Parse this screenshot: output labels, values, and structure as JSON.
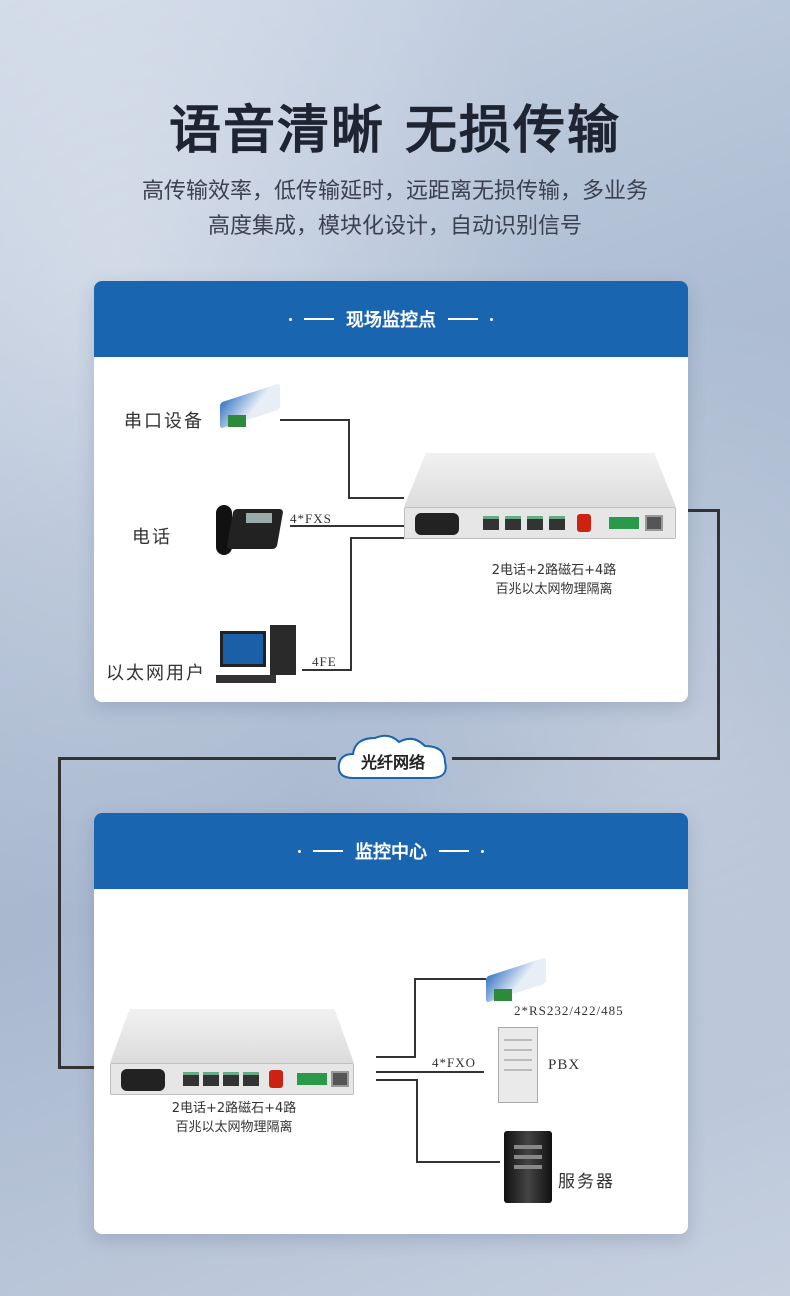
{
  "header": {
    "title": "语音清晰 无损传输",
    "subtitle_line1": "高传输效率，低传输延时，远距离无损传输，多业务",
    "subtitle_line2": "高度集成，模块化设计，自动识别信号"
  },
  "site_card": {
    "title": "现场监控点",
    "serial_label": "串口设备",
    "phone_label": "电话",
    "lan_label": "以太网用户",
    "fxs_label": "4*FXS",
    "fe_label": "4FE",
    "device_caption_line1": "2电话+2路磁石+4路",
    "device_caption_line2": "百兆以太网物理隔离"
  },
  "network": {
    "label": "光纤网络"
  },
  "center_card": {
    "title": "监控中心",
    "rs_label": "2*RS232/422/485",
    "fxo_label": "4*FXO",
    "pbx_label": "PBX",
    "server_label": "服务器",
    "device_caption_line1": "2电话+2路磁石+4路",
    "device_caption_line2": "百兆以太网物理隔离"
  },
  "colors": {
    "accent": "#1965b0",
    "title": "#1e2432"
  }
}
